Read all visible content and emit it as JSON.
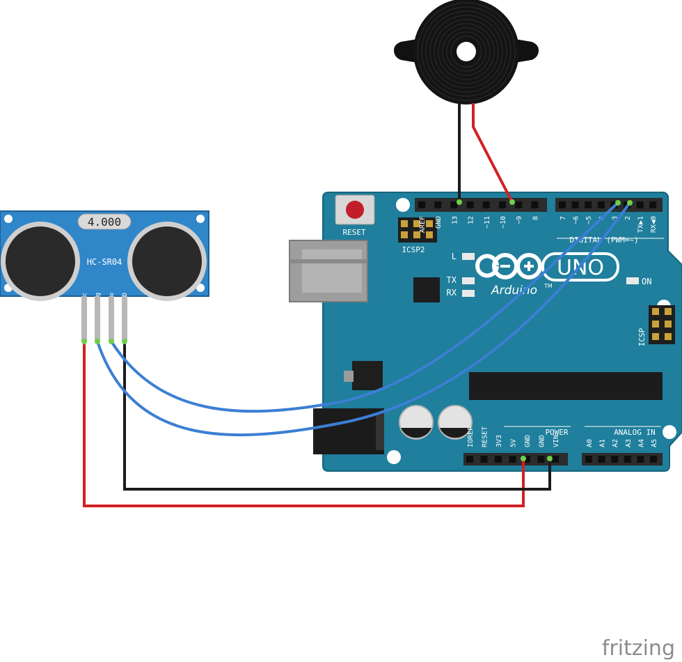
{
  "sensor": {
    "display": "4.000",
    "model": "HC-SR04",
    "pins": [
      "Vcc",
      "Trig",
      "Echo",
      "GND"
    ]
  },
  "board": {
    "reset_label": "RESET",
    "icsp2_label": "ICSP2",
    "icsp_label": "ICSP",
    "led_l": "L",
    "led_tx": "TX",
    "led_rx": "RX",
    "led_on": "ON",
    "logo_uno": "UNO",
    "logo_brand": "Arduino",
    "logo_tm": "TM",
    "digital_label": "DIGITAL (PWM=~)",
    "power_label": "POWER",
    "analog_label": "ANALOG IN",
    "top_pins_left": [
      "AREF",
      "GND",
      "13",
      "12",
      "~11",
      "~10",
      "~9",
      "8"
    ],
    "top_pins_right": [
      "7",
      "~6",
      "~5",
      "4",
      "~3",
      "2",
      "TX▶1",
      "RX◀0"
    ],
    "power_pins": [
      "IOREF",
      "RESET",
      "3V3",
      "5V",
      "GND",
      "GND",
      "VIN"
    ],
    "analog_pins": [
      "A0",
      "A1",
      "A2",
      "A3",
      "A4",
      "A5"
    ]
  },
  "watermark": "fritzing",
  "colors": {
    "board": "#1f7f9c",
    "board_edge": "#17647c",
    "sensor": "#2f86c9",
    "wire_red": "#d32024",
    "wire_black": "#1b1b1b",
    "wire_blue": "#3b7fd4",
    "header": "#2c2c2c"
  }
}
